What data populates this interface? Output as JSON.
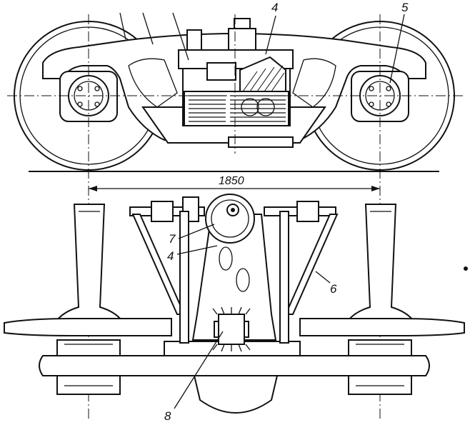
{
  "labels": {
    "top_4": "4",
    "top_5": "5",
    "dimension": "1850",
    "bottom_7": "7",
    "bottom_4": "4",
    "bottom_6": "6",
    "bottom_8": "8"
  }
}
